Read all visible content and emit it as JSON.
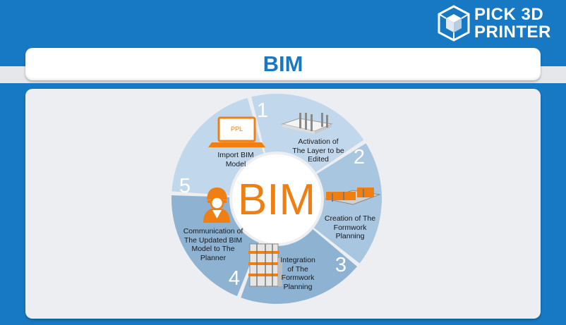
{
  "logo": {
    "line1": "PICK 3D",
    "line2": "PRINTER"
  },
  "title": "BIM",
  "center_label": "BIM",
  "colors": {
    "brand_blue": "#1779c3",
    "accent_orange": "#f07f12",
    "segment_light": "#c1d8ec",
    "segment_mid": "#a8c6e0",
    "segment_dark": "#8eb2d2",
    "number_white": "#ffffff"
  },
  "laptop_text": "PPL",
  "steps": [
    {
      "number": "1",
      "label_lines": [
        "Import BIM",
        "Model"
      ],
      "icon": "laptop-icon"
    },
    {
      "number": "2",
      "label_lines": [
        "Activation of",
        "The Layer to be",
        "Edited"
      ],
      "icon": "building-frame-icon"
    },
    {
      "number": "3",
      "label_lines": [
        "Creation of The",
        "Formwork",
        "Planning"
      ],
      "icon": "formwork-icon"
    },
    {
      "number": "4",
      "label_lines": [
        "Integration",
        "of The",
        "Formwork",
        "Planning"
      ],
      "icon": "scaffold-building-icon"
    },
    {
      "number": "5",
      "label_lines": [
        "Communication of",
        "The Updated BIM",
        "Model to The",
        "Planner"
      ],
      "icon": "worker-icon"
    }
  ]
}
